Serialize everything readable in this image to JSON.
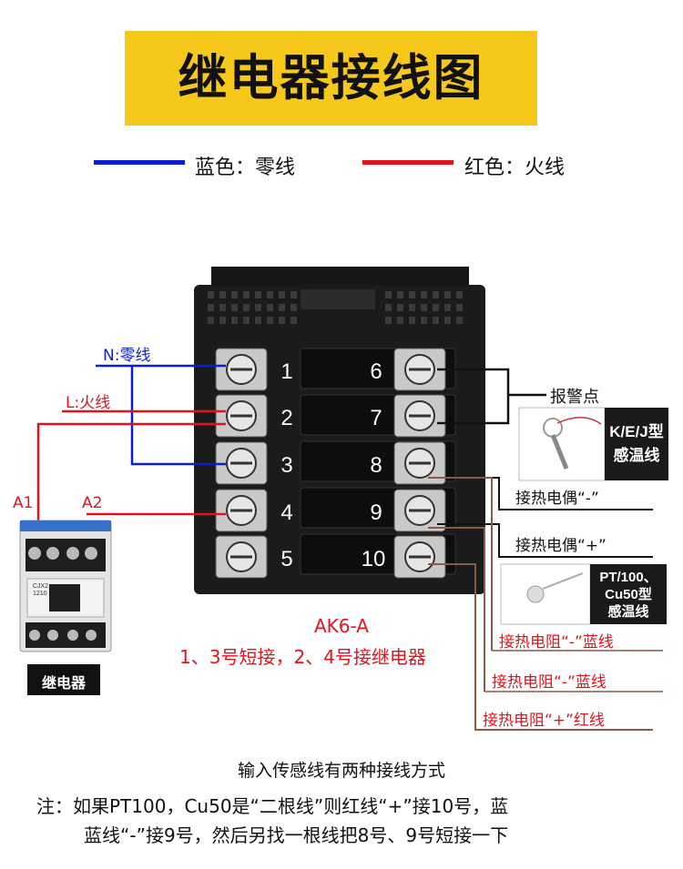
{
  "title": "继电器接线图",
  "legend": {
    "blue": {
      "label": "蓝色：零线",
      "color": "#0a1fd1"
    },
    "red": {
      "label": "红色：火线",
      "color": "#e0141e"
    }
  },
  "wires": {
    "neutral_label": "N:零线",
    "live_label": "L:火线",
    "relay_a1": "A1",
    "relay_a2": "A2"
  },
  "terminals_left": [
    "1",
    "2",
    "3",
    "4",
    "5"
  ],
  "terminals_right": [
    "6",
    "7",
    "8",
    "9",
    "10"
  ],
  "labels": {
    "alarm": "报警点",
    "tc_minus": "接热电偶“-”",
    "tc_plus": "接热电偶“+”",
    "rtd_minus_blue_1": "接热电阻“-”蓝线",
    "rtd_minus_blue_2": "接热电阻“-”蓝线",
    "rtd_plus_red": "接热电阻“+”红线"
  },
  "sensors": {
    "thermocouple": "K/E/J型\n感温线",
    "rtd": "PT/100、\nCu50型\n感温线"
  },
  "relay": {
    "caption": "继电器",
    "model": "CJX2\n1210"
  },
  "model": {
    "name": "AK6-A",
    "note": "1、3号短接，2、4号接继电器"
  },
  "footer": {
    "heading": "输入传感线有两种接线方式",
    "note_line1": "注：如果PT100，Cu50是“二根线”则红线“+”接10号，蓝",
    "note_line2": "蓝线“-”接9号，然后另找一根线把8号、9号短接一下"
  }
}
